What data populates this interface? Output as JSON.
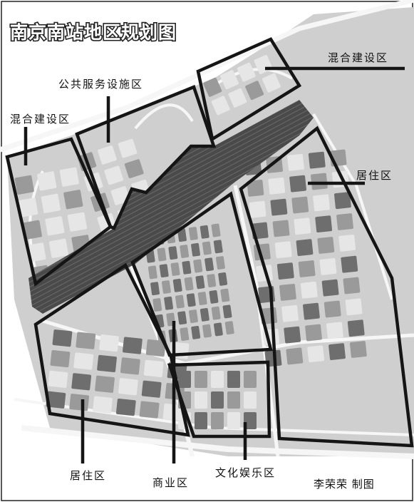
{
  "title": "南京南站地区规划图",
  "credit": "李荣荣  制图",
  "zones": [
    {
      "id": "mixed-east",
      "label": "混合建设区"
    },
    {
      "id": "public-service",
      "label": "公共服务设施区"
    },
    {
      "id": "mixed-west",
      "label": "混合建设区"
    },
    {
      "id": "residential-east",
      "label": "居住区"
    },
    {
      "id": "residential-south",
      "label": "居住区"
    },
    {
      "id": "commercial",
      "label": "商业区"
    },
    {
      "id": "culture-ent",
      "label": "文化娱乐区"
    }
  ],
  "colors": {
    "background": "#ffffff",
    "map_base": "#cfcfcf",
    "block_light": "#e6e6e6",
    "block_mid": "#9a9a9a",
    "block_dark": "#6e6e6e",
    "rail_yard": "#4a4a4a",
    "outline": "#151515"
  }
}
